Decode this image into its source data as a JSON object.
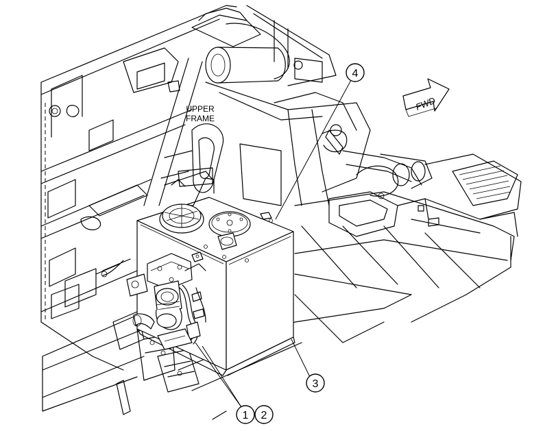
{
  "diagram": {
    "frame_label_line1": "UPPER",
    "frame_label_line2": "FRAME",
    "direction_label": "FWD",
    "callouts": [
      {
        "id": "callout-1",
        "number": "1"
      },
      {
        "id": "callout-2",
        "number": "2"
      },
      {
        "id": "callout-3",
        "number": "3"
      },
      {
        "id": "callout-4",
        "number": "4"
      }
    ]
  }
}
